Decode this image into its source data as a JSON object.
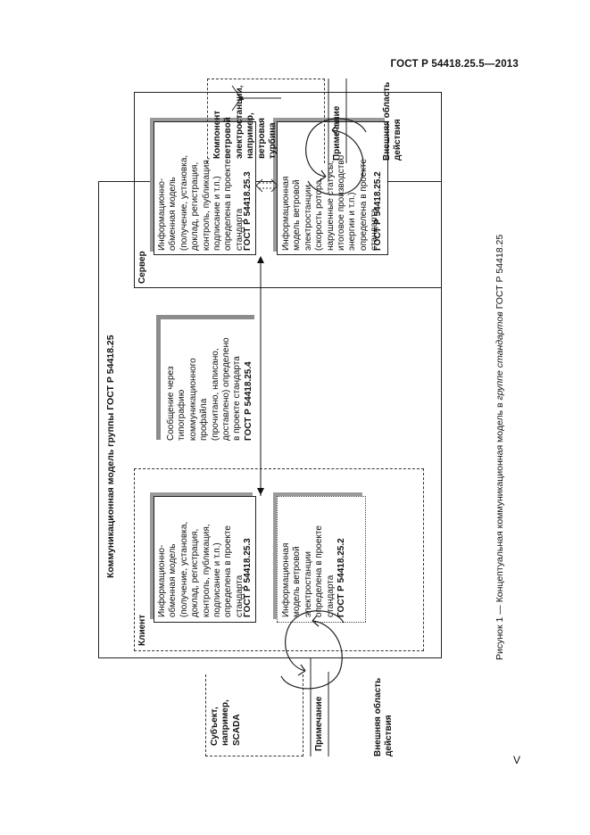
{
  "header": {
    "doc_code": "ГОСТ Р 54418.25.5—2013"
  },
  "diagram": {
    "title": "Коммуникационная модель группы ГОСТ Р 54418.25",
    "external_left": {
      "subject": "Субъект,\nнапример,\nSCADA",
      "note_label": "Примечание",
      "area_label": "Внешняя область\nдействия"
    },
    "external_right": {
      "component": "Компонент\nветровой\nэлектростанции,\nнапример,\nветровая\nтурбина",
      "note_label": "Примечание",
      "area_label": "Внешняя область\nдействия",
      "icon": "wind-turbine-icon"
    },
    "client": {
      "label": "Клиент",
      "info_exchange_text": "Информационно-\nобменная модель\n(получение, установка,\nдоклад, регистрация,\nконтроль, публикация,\nподписание и т.п.)\nопределена в проекте\nстандарта",
      "info_exchange_ref": "ГОСТ Р 54418.25.3",
      "info_model_text": "Информационная\nмодель ветровой\nэлектростанции\nопределена в проекте\nстандарта",
      "info_model_ref": "ГОСТ Р 54418.25.2"
    },
    "message": {
      "text": "Сообщение через\nтипографию\nкоммуникационного\nпрофайла\n(прочитано, написано,\nдоставлено) определено\nв проекте стандарта",
      "ref": "ГОСТ Р 54418.25.4"
    },
    "server": {
      "label": "Сервер",
      "info_exchange_text": "Информационно-\nобменная модель\n(получение, установка,\nдоклад, регистрация,\nконтроль, публикация,\nподписание и т.п.)\nопределена в проекте\nстандарта",
      "info_exchange_ref": "ГОСТ Р 54418.25.3",
      "info_model_text": "Информационная\nмодель ветровой\nэлектростанции\n(скорость ротора,\nнарушенные статусы,\nитоговое производство\nэнергии и т.п.)\nопределена в проекте\nстандарта",
      "info_model_ref": "ГОСТ Р 54418.25.2"
    }
  },
  "caption": {
    "prefix": "Рисунок 1 — Концептуальная коммуникационная модель в",
    "italic": "группе стандартов",
    "suffix": "ГОСТ Р 54418.25"
  },
  "page_number": "V"
}
